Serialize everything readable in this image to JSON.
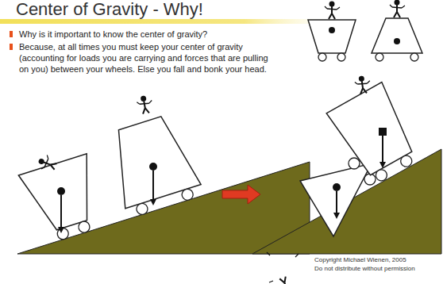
{
  "diagram": {
    "title": "Center of Gravity - Why!",
    "labels": [
      "Why is it important to know the center of gravity?",
      "Because, at all times you must keep your center of gravity (accounting for loads you are carrying and forces that are pulling on you) between your wheels. Else you fall and bonk your head.",
      "Copyright Michael Wienen, 2005",
      "Do not distribute without permission"
    ]
  }
}
